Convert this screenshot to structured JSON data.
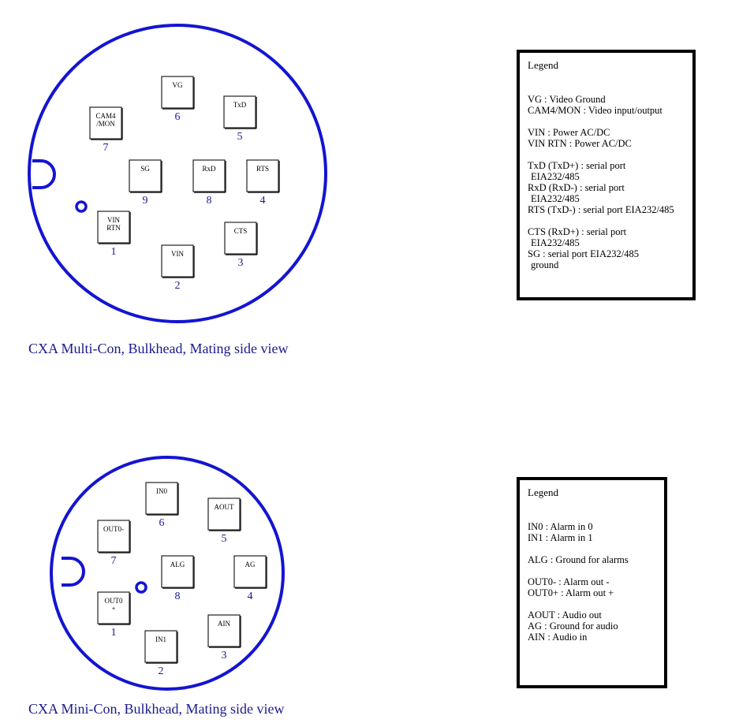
{
  "multi_con": {
    "caption": "CXA Multi-Con, Bulkhead, Mating side view",
    "colors": {
      "outline": "#1414d2",
      "label": "#1a1a8c"
    },
    "pins": [
      {
        "label": [
          "VG"
        ],
        "number": "6"
      },
      {
        "label": [
          "TxD"
        ],
        "number": "5"
      },
      {
        "label": [
          "CAM4",
          "/MON"
        ],
        "number": "7"
      },
      {
        "label": [
          "SG"
        ],
        "number": "9"
      },
      {
        "label": [
          "RxD"
        ],
        "number": "8"
      },
      {
        "label": [
          "RTS"
        ],
        "number": "4"
      },
      {
        "label": [
          "VIN",
          "RTN"
        ],
        "number": "1"
      },
      {
        "label": [
          "VIN"
        ],
        "number": "2"
      },
      {
        "label": [
          "CTS"
        ],
        "number": "3"
      }
    ],
    "legend": {
      "title": "Legend",
      "groups": [
        [
          "VG : Video Ground",
          "CAM4/MON : Video input/output"
        ],
        [
          "VIN : Power  AC/DC",
          "VIN RTN : Power AC/DC"
        ],
        [
          "TxD (TxD+) : serial port",
          " EIA232/485",
          "RxD (RxD-) : serial port",
          " EIA232/485",
          "RTS (TxD-) : serial port EIA232/485"
        ],
        [
          "CTS (RxD+) : serial port",
          " EIA232/485",
          "SG    : serial port EIA232/485",
          " ground"
        ]
      ]
    }
  },
  "mini_con": {
    "caption": "CXA Mini-Con, Bulkhead, Mating side view",
    "colors": {
      "outline": "#1414d2",
      "label": "#1a1a8c"
    },
    "pins": [
      {
        "label": [
          "IN0"
        ],
        "number": "6"
      },
      {
        "label": [
          "AOUT"
        ],
        "number": "5"
      },
      {
        "label": [
          "OUT0-"
        ],
        "number": "7"
      },
      {
        "label": [
          "ALG"
        ],
        "number": "8"
      },
      {
        "label": [
          "AG"
        ],
        "number": "4"
      },
      {
        "label": [
          "OUT0",
          "+"
        ],
        "number": "1"
      },
      {
        "label": [
          "IN1"
        ],
        "number": "2"
      },
      {
        "label": [
          "AIN"
        ],
        "number": "3"
      }
    ],
    "legend": {
      "title": "Legend",
      "groups": [
        [
          "IN0 : Alarm in 0",
          "IN1 : Alarm in 1"
        ],
        [
          "ALG : Ground for alarms"
        ],
        [
          "OUT0- : Alarm out -",
          "OUT0+ : Alarm out +"
        ],
        [
          "AOUT : Audio out",
          "AG : Ground for audio",
          "AIN : Audio in"
        ]
      ]
    }
  }
}
